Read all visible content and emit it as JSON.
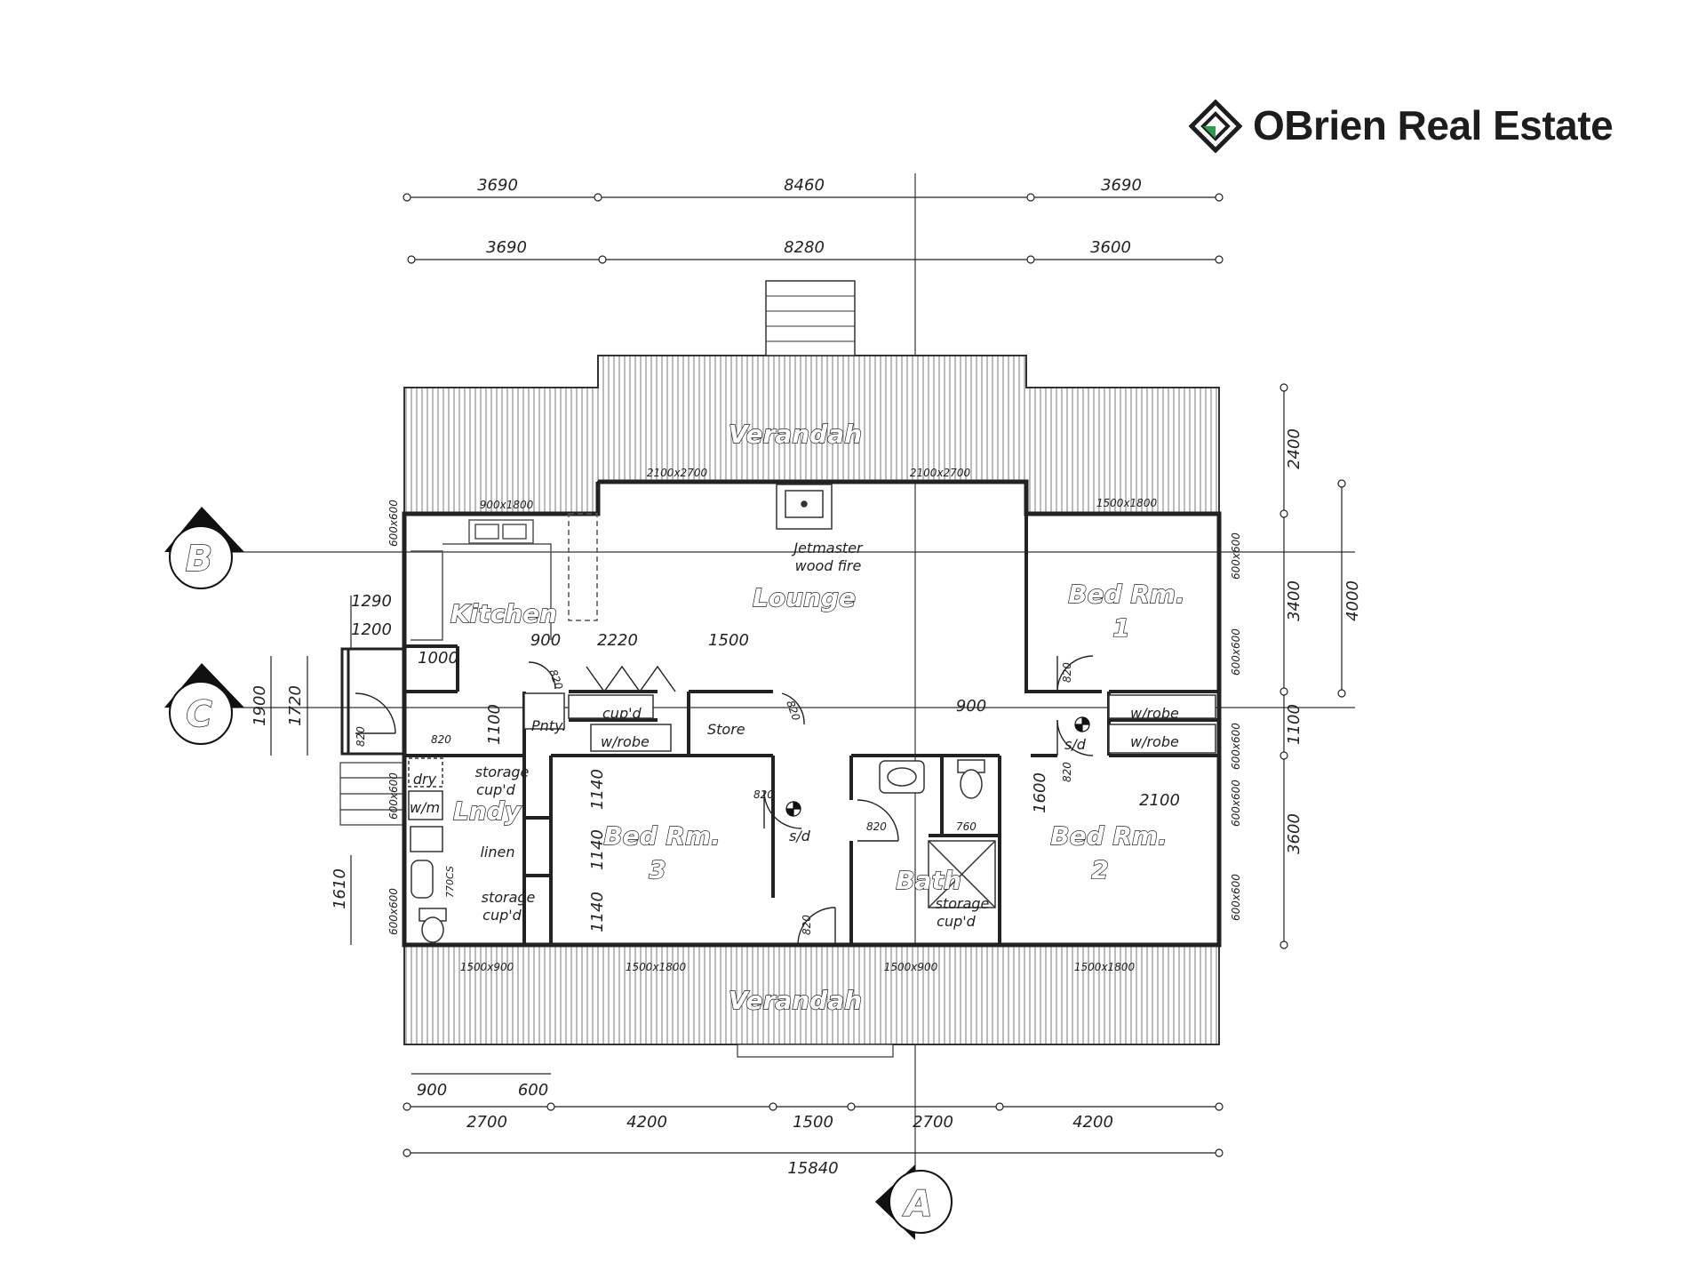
{
  "brand": {
    "name": "OBrien Real Estate",
    "logo_icon": "diamond-logo-icon",
    "accent": "#2e9c4a"
  },
  "rooms": {
    "verandah_top": "Verandah",
    "verandah_bottom": "Verandah",
    "lounge": "Lounge",
    "kitchen": "Kitchen",
    "bed1_a": "Bed Rm.",
    "bed1_b": "1",
    "bed2_a": "Bed Rm.",
    "bed2_b": "2",
    "bed3_a": "Bed Rm.",
    "bed3_b": "3",
    "bath": "Bath",
    "lndy": "Lndy"
  },
  "labels": {
    "jetmaster_1": "Jetmaster",
    "jetmaster_2": "wood fire",
    "pnty": "Pnty.",
    "store": "Store",
    "cupd": "cup'd",
    "wrobe_hall": "w/robe",
    "wrobe_bed1_a": "w/robe",
    "wrobe_bed1_b": "w/robe",
    "sd_left": "s/d",
    "sd_right": "s/d",
    "storage_cupd_1a": "storage",
    "storage_cupd_1b": "cup'd",
    "storage_cupd_2a": "storage",
    "storage_cupd_2b": "cup'd",
    "storage_cupd_3a": "storage",
    "storage_cupd_3b": "cup'd",
    "linen": "linen",
    "dry": "dry",
    "wm": "w/m",
    "wc": "770CS"
  },
  "windows": {
    "w1": "900x1800",
    "w2": "2100x2700",
    "w3": "2100x2700",
    "w4": "1500x1800",
    "w5": "1500x900",
    "w6": "1500x1800",
    "w7": "1500x900",
    "w8": "1500x1800",
    "w9": "600x600",
    "w10": "600x600",
    "w11": "600x600",
    "w12": "600x600",
    "w13": "600x600",
    "w14": "600x600",
    "w15": "600x600",
    "w16": "600x600"
  },
  "doors": {
    "d1": "820",
    "d2": "820",
    "d3": "820",
    "d4": "820",
    "d5": "820",
    "d6": "820",
    "d7": "820",
    "d8": "820",
    "d9": "820",
    "d10": "760"
  },
  "dimensions": {
    "top1": [
      "3690",
      "8460",
      "3690"
    ],
    "top2": [
      "3690",
      "8280",
      "3600"
    ],
    "right_outer": [
      "2400",
      "3400",
      "1100",
      "3600"
    ],
    "right_inner": "4000",
    "bottom_small": [
      "900",
      "600"
    ],
    "bottom1": [
      "2700",
      "4200",
      "1500",
      "2700",
      "4200"
    ],
    "bottom_total": "15840",
    "left": [
      "1290",
      "1200",
      "1000",
      "1900",
      "1720",
      "1610"
    ],
    "interior": [
      "900",
      "2220",
      "1500",
      "900",
      "1100",
      "1140",
      "1140",
      "1140",
      "1600",
      "2100"
    ]
  },
  "section_markers": [
    "A",
    "B",
    "C"
  ]
}
